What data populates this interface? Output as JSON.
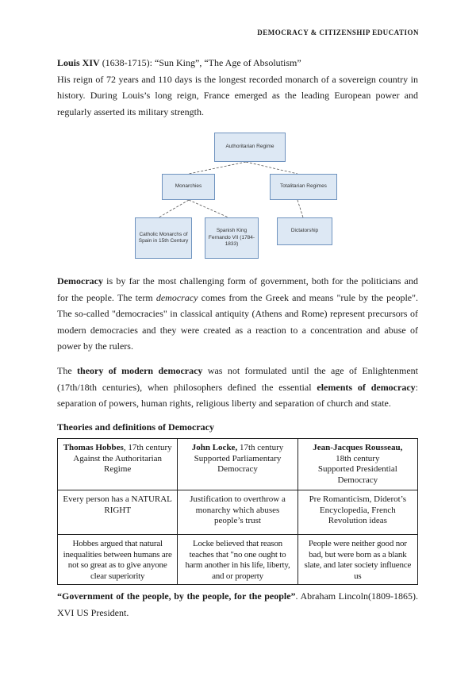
{
  "header": "DEMOCRACY & CITIZENSHIP EDUCATION",
  "louis": {
    "name": "Louis XIV",
    "rest": " (1638-1715): “Sun King”, “The Age of Absolutism”",
    "body": "His reign of 72 years and 110 days is the longest recorded monarch of a sovereign country in history. During Louis’s long reign, France emerged as the leading European power and regularly asserted its military strength."
  },
  "diagram": {
    "root": "Authoritarian Regime",
    "left": "Monarchies",
    "right": "Totalitarian Regimes",
    "leaf1": "Catholic Monarchs of Spain in 15th Century",
    "leaf2": "Spanish King Fernando VII (1784-1833)",
    "leaf3": "Dictatorship"
  },
  "democracy": {
    "term": "Democracy",
    "part1": " is by far the most challenging form of government, both for the politicians and for the people. The term ",
    "italic": "democracy",
    "part2": " comes from the Greek and means \"rule by the people\". The so-called \"democracies\" in classical antiquity (Athens and Rome) represent precursors of modern democracies and they were created as a reaction to a concentration and abuse of power by the rulers."
  },
  "theory": {
    "pre": "The ",
    "bold1": "theory of modern democracy",
    "mid1": " was not formulated until the age of Enlightenment (17th/18th centuries), when philosophers defined the essential ",
    "bold2": "elements of democracy",
    "post": ": separation of powers, human rights, religious liberty and separation of church and state."
  },
  "table_title": "Theories and definitions of Democracy",
  "table": {
    "c1": {
      "name": "Thomas Hobbes",
      "rest": ", 17th century",
      "l2": "Against the Authoritarian Regime"
    },
    "c2": {
      "name": "John Locke,",
      "rest": " 17th century",
      "l2": "Supported Parliamentary Democracy"
    },
    "c3": {
      "name": "Jean-Jacques Rousseau,",
      "rest": "18th century",
      "l2": "Supported Presidential Democracy"
    },
    "r2": [
      "Every person has a NATURAL RIGHT",
      "Justification to overthrow a monarchy which abuses people’s trust",
      "Pre Romanticism, Diderot’s Encyclopedia, French Revolution ideas"
    ],
    "r3": [
      "Hobbes argued that natural inequalities between humans are not so great as to give anyone clear superiority",
      "Locke believed that reason teaches that \"no one ought to harm another in his life, liberty, and or property",
      "People were neither good nor bad, but were born as a blank slate, and later society influence us"
    ]
  },
  "quote": {
    "bold": "“Government of the people, by the people, for the people”",
    "rest": ". Abraham Lincoln(1809-1865). XVI US President."
  }
}
